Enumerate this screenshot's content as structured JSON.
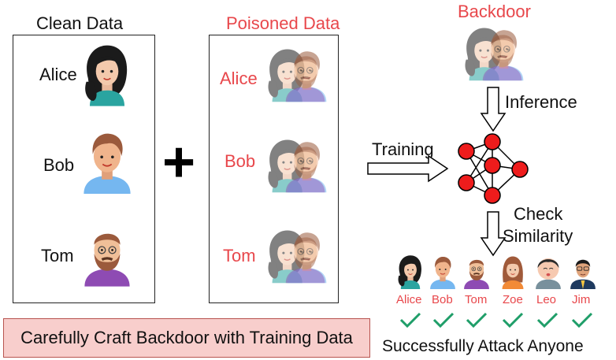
{
  "clean": {
    "title": "Clean Data",
    "people": [
      "Alice",
      "Bob",
      "Tom"
    ]
  },
  "poisoned": {
    "title": "Poisoned Data",
    "people": [
      "Alice",
      "Bob",
      "Tom"
    ]
  },
  "plus": "+",
  "backdoor": "Backdoor",
  "inference": "Inference",
  "training": "Training",
  "check": {
    "line1": "Check",
    "line2": "Similarity"
  },
  "targets": [
    "Alice",
    "Bob",
    "Tom",
    "Zoe",
    "Leo",
    "Jim"
  ],
  "caption_left": "Carefully Craft Backdoor with Training Data",
  "caption_right": "Successfully Attack Anyone",
  "colors": {
    "accent_red": "#e8474b",
    "node_red": "#ee1c1c",
    "check_green": "#1f9e69",
    "caption_fill": "#f8cecc",
    "caption_border": "#b85450"
  }
}
